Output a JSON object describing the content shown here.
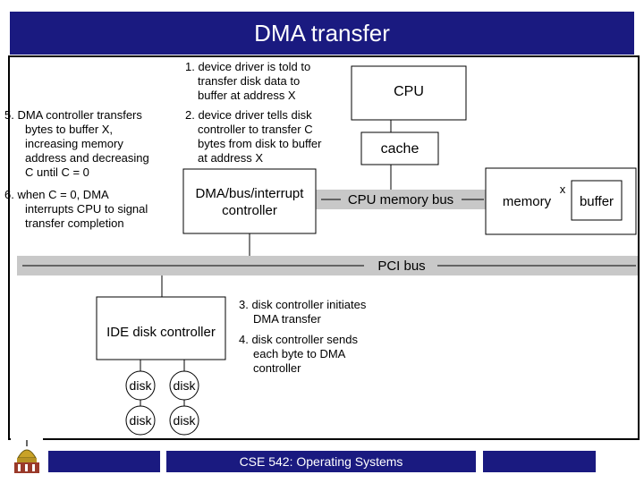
{
  "title": "DMA transfer",
  "footer": {
    "course": "CSE 542: Operating Systems"
  },
  "colors": {
    "title_bg": "#1a1a80",
    "bus_gray": "#c8c8c8",
    "accent_blue": "#1a1a80"
  },
  "components": {
    "cpu": "CPU",
    "cache": "cache",
    "dma_controller": [
      "DMA/bus/interrupt",
      "controller"
    ],
    "memory": "memory",
    "buffer": "buffer",
    "buffer_marker": "x",
    "ide_controller": "IDE disk controller",
    "disk": "disk"
  },
  "buses": {
    "cpu_memory_bus": "CPU memory bus",
    "pci_bus": "PCI bus"
  },
  "steps": {
    "step1": [
      "1. device driver is told to",
      "transfer disk data to",
      "buffer at address X"
    ],
    "step2": [
      "2. device driver tells disk",
      "controller to transfer C",
      "bytes from disk to buffer",
      "at address X"
    ],
    "step3": [
      "3. disk controller initiates",
      "DMA transfer"
    ],
    "step4": [
      "4. disk controller sends",
      "each byte to DMA",
      "controller"
    ],
    "step5": [
      "5. DMA controller transfers",
      "bytes to buffer X,",
      "increasing memory",
      "address and decreasing",
      "C until C = 0"
    ],
    "step6": [
      "6. when C = 0, DMA",
      "interrupts CPU to signal",
      "transfer completion"
    ]
  }
}
